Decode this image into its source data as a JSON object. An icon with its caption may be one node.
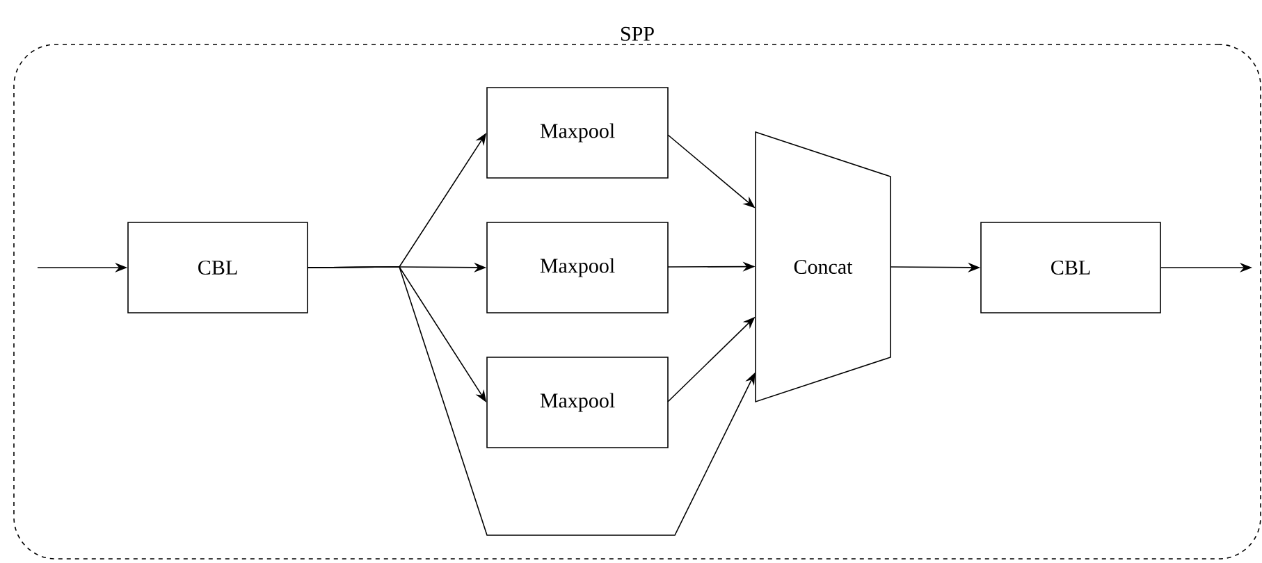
{
  "diagram": {
    "nodes": [
      {
        "text": [
          "SPP"
        ]
      },
      {
        "text": [
          "CBL"
        ],
        "in": 0
      },
      {
        "text": [
          "Maxpool"
        ],
        "in": 0
      },
      {
        "text": [
          "Maxpool"
        ],
        "in": 0
      },
      {
        "text": [
          "Maxpool"
        ],
        "in": 0
      },
      {
        "text": [
          "Concat"
        ],
        "in": 0
      },
      {
        "text": [
          "CBL"
        ],
        "in": 0
      }
    ],
    "edges": [
      {
        "from": null,
        "to": 1,
        "arrow": "to"
      },
      {
        "from": 1,
        "to": 2,
        "arrow": "to"
      },
      {
        "from": 1,
        "to": 3,
        "arrow": "to"
      },
      {
        "from": 1,
        "to": 4,
        "arrow": "to"
      },
      {
        "from": 1,
        "to": 5,
        "arrow": "to"
      },
      {
        "from": 2,
        "to": 5,
        "arrow": "to"
      },
      {
        "from": 3,
        "to": 5,
        "arrow": "to"
      },
      {
        "from": 4,
        "to": 5,
        "arrow": "to"
      },
      {
        "from": 5,
        "to": 6,
        "arrow": "to"
      },
      {
        "from": 6,
        "to": null,
        "arrow": "to"
      }
    ]
  }
}
